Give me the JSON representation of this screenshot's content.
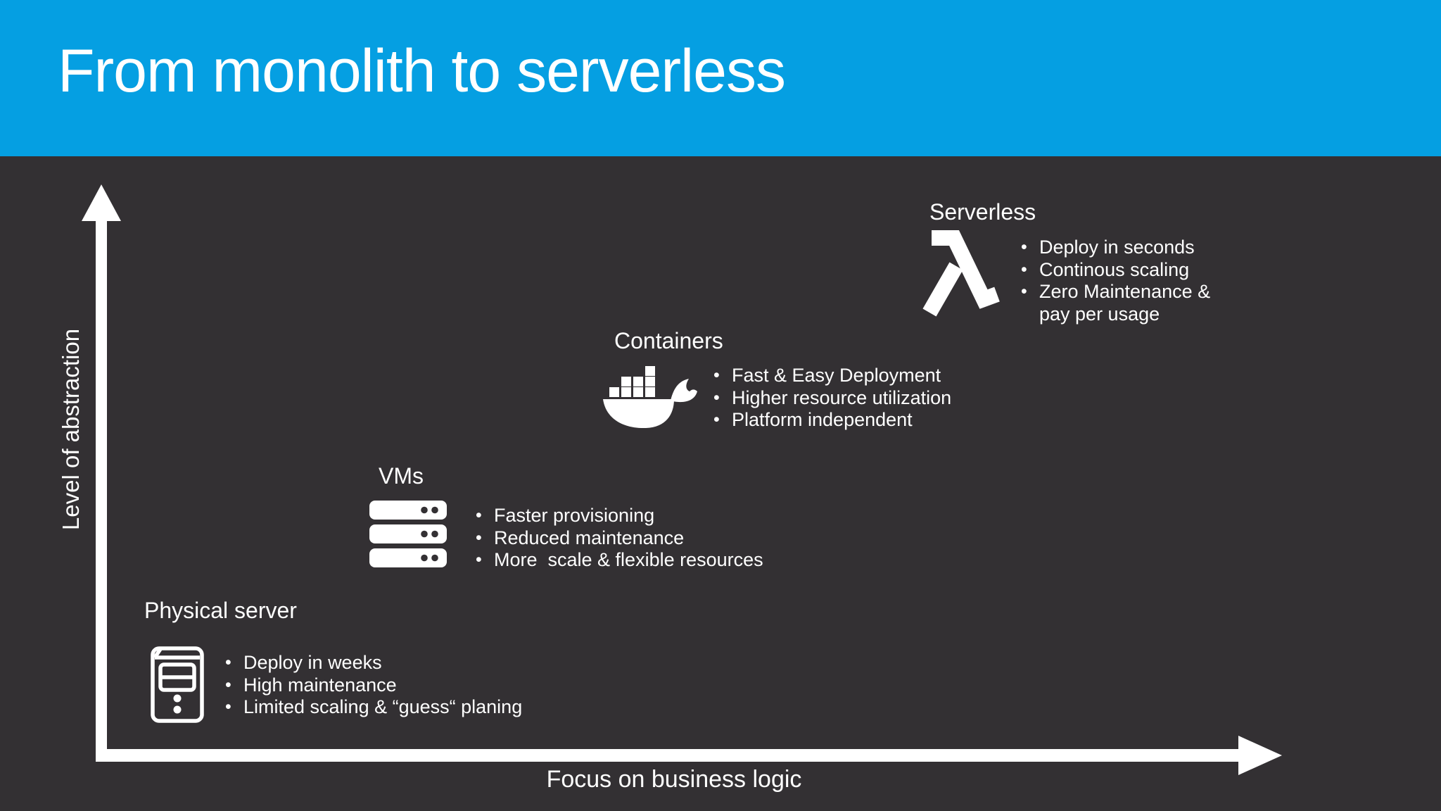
{
  "slide": {
    "title": "From monolith to serverless",
    "axes": {
      "y_label": "Level of abstraction",
      "x_label": "Focus on business logic"
    },
    "colors": {
      "header_blue": "#059fe2",
      "background": "#333033",
      "text": "#ffffff"
    },
    "stages": [
      {
        "name": "Physical server",
        "icon": "server-tower-icon",
        "bullets": [
          "Deploy in weeks",
          "High maintenance",
          "Limited scaling & “guess“ planing"
        ]
      },
      {
        "name": "VMs",
        "icon": "server-rack-icon",
        "bullets": [
          "Faster provisioning",
          "Reduced maintenance",
          "More  scale & flexible resources"
        ]
      },
      {
        "name": "Containers",
        "icon": "docker-whale-icon",
        "bullets": [
          "Fast & Easy Deployment",
          "Higher resource utilization",
          "Platform independent"
        ]
      },
      {
        "name": "Serverless",
        "icon": "lambda-icon",
        "bullets": [
          "Deploy in seconds",
          "Continous scaling",
          "Zero Maintenance &\npay per usage"
        ]
      }
    ]
  }
}
